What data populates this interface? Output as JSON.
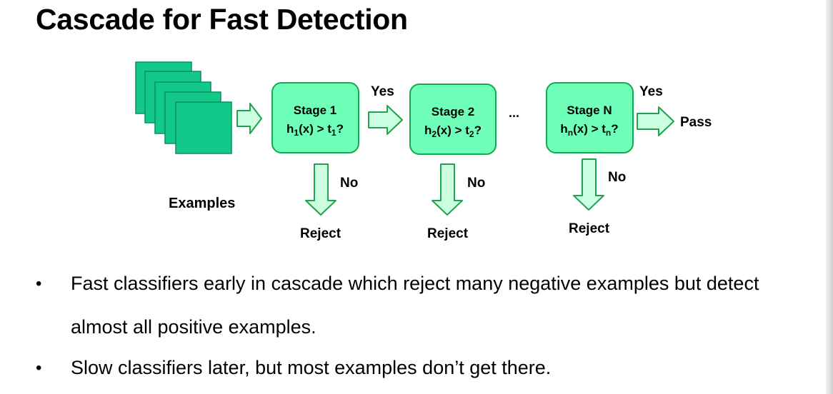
{
  "slide": {
    "title": "Cascade for Fast Detection"
  },
  "diagram": {
    "examples_label": "Examples",
    "stages": [
      {
        "name": "Stage 1",
        "h_sub": "1",
        "t_sub": "1"
      },
      {
        "name": "Stage 2",
        "h_sub": "2",
        "t_sub": "2"
      },
      {
        "name": "Stage N",
        "h_sub": "n",
        "t_sub": "n"
      }
    ],
    "yes_label": "Yes",
    "no_label": "No",
    "reject_label": "Reject",
    "pass_label": "Pass",
    "ellipsis": "...",
    "colors": {
      "stage_fill": "#6fffb8",
      "stage_border": "#14a84f",
      "arrow_fill": "#ccffe2",
      "arrow_border": "#1fa34d",
      "example_fill": "#12c98a",
      "example_border": "#0a8f5c"
    }
  },
  "bullets": [
    {
      "line1": "Fast classifiers early in cascade which reject many negative examples but detect",
      "line2": "almost all positive examples."
    },
    {
      "line1": "Slow classifiers later, but most examples don’t get there."
    }
  ],
  "bullet_symbol": "•"
}
